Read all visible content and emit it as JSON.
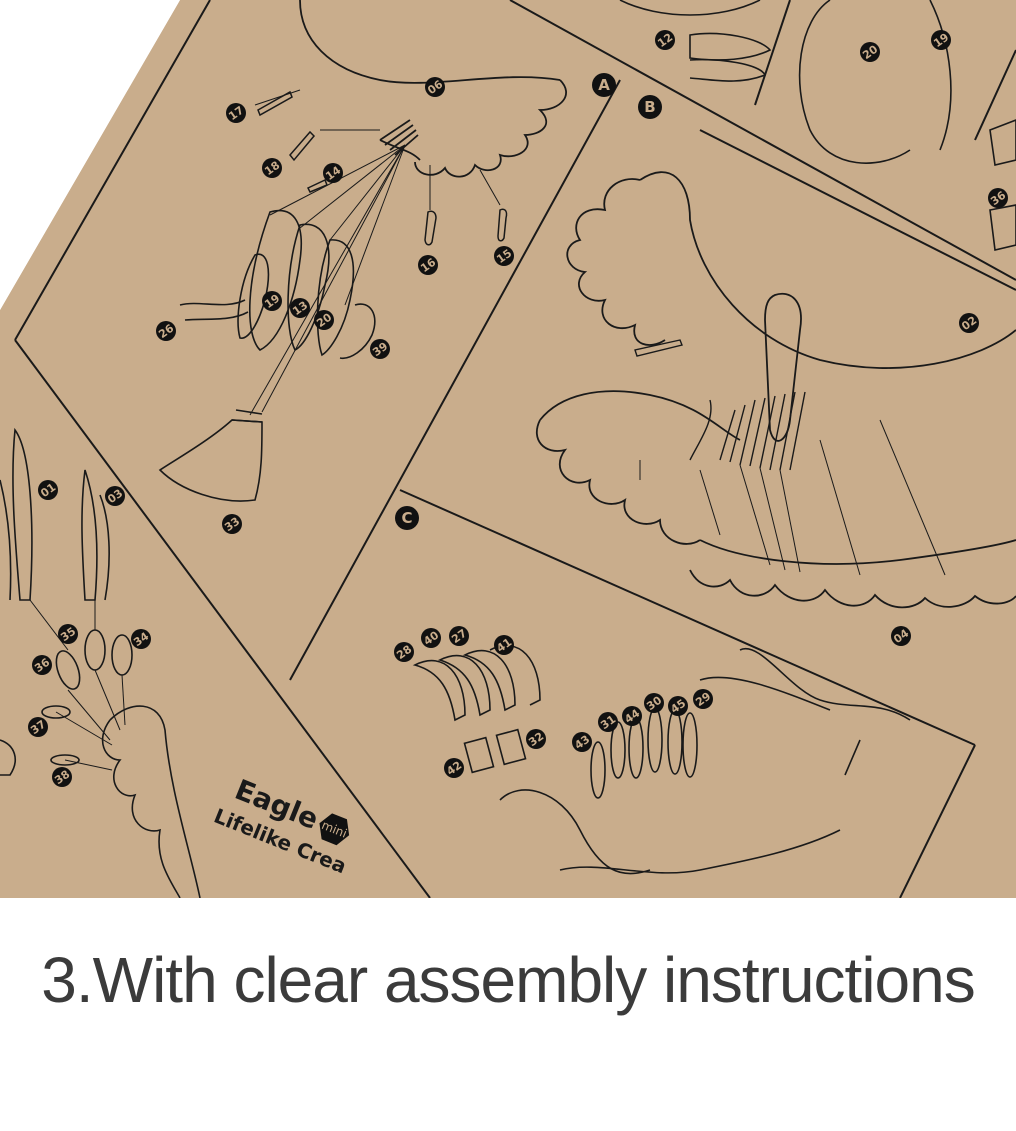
{
  "photo": {
    "panel_labels": [
      "A",
      "B",
      "C"
    ],
    "part_numbers": [
      "06",
      "17",
      "18",
      "14",
      "16",
      "15",
      "26",
      "19",
      "13",
      "20",
      "39",
      "33",
      "01",
      "03",
      "35",
      "34",
      "36",
      "37",
      "38",
      "12",
      "20",
      "19",
      "36",
      "02",
      "04",
      "28",
      "40",
      "27",
      "41",
      "42",
      "32",
      "43",
      "31",
      "44",
      "30",
      "45",
      "29"
    ],
    "brand": {
      "name": "Eagle",
      "badge": "mini",
      "subtitle": "Lifelike Crea"
    },
    "colors": {
      "cardboard": "#c9ad8c",
      "ink": "#1a1a1a"
    }
  },
  "caption": "3.With clear assembly instructions"
}
